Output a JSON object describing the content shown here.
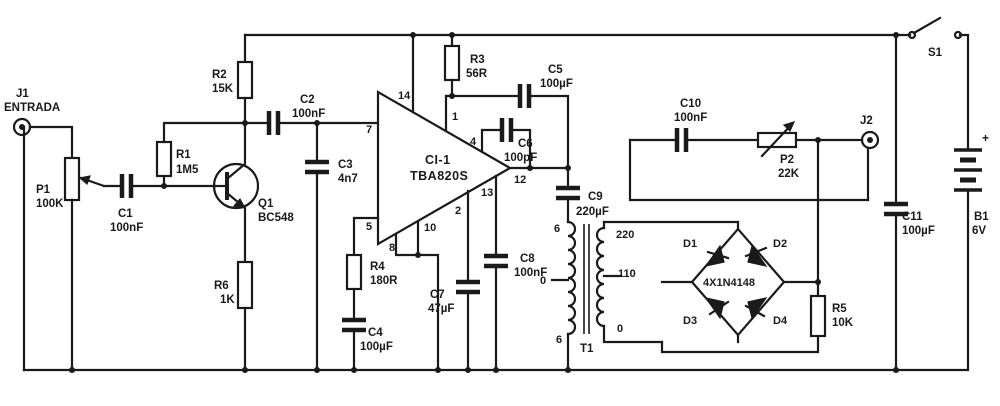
{
  "jacks": {
    "j1": {
      "ref": "J1",
      "name": "ENTRADA"
    },
    "j2": {
      "ref": "J2"
    }
  },
  "components": {
    "p1": {
      "ref": "P1",
      "value": "100K"
    },
    "c1": {
      "ref": "C1",
      "value": "100nF"
    },
    "r1": {
      "ref": "R1",
      "value": "1M5"
    },
    "q1": {
      "ref": "Q1",
      "value": "BC548"
    },
    "r2": {
      "ref": "R2",
      "value": "15K"
    },
    "r6": {
      "ref": "R6",
      "value": "1K"
    },
    "c2": {
      "ref": "C2",
      "value": "100nF"
    },
    "c3": {
      "ref": "C3",
      "value": "4n7"
    },
    "r4": {
      "ref": "R4",
      "value": "180R"
    },
    "c4": {
      "ref": "C4",
      "value": "100µF"
    },
    "r3": {
      "ref": "R3",
      "value": "56R"
    },
    "c5": {
      "ref": "C5",
      "value": "100µF"
    },
    "c6": {
      "ref": "C6",
      "value": "100pF"
    },
    "c7": {
      "ref": "C7",
      "value": "47µF"
    },
    "c8": {
      "ref": "C8",
      "value": "100nF"
    },
    "c9": {
      "ref": "C9",
      "value": "220µF"
    },
    "c10": {
      "ref": "C10",
      "value": "100nF"
    },
    "p2": {
      "ref": "P2",
      "value": "22K"
    },
    "c11": {
      "ref": "C11",
      "value": "100µF"
    },
    "r5": {
      "ref": "R5",
      "value": "10K"
    },
    "s1": {
      "ref": "S1"
    },
    "b1": {
      "ref": "B1",
      "value": "6V"
    }
  },
  "ic": {
    "ref": "CI-1",
    "part": "TBA820S",
    "pins": {
      "p1": "1",
      "p2": "2",
      "p4": "4",
      "p5": "5",
      "p7": "7",
      "p8": "8",
      "p10": "10",
      "p12": "12",
      "p13": "13",
      "p14": "14"
    }
  },
  "diodes": {
    "d1": "D1",
    "d2": "D2",
    "d3": "D3",
    "d4": "D4",
    "part": "4X1N4148"
  },
  "transformer": {
    "ref": "T1",
    "primary_top": "6",
    "primary_mid": "0",
    "primary_bottom": "6",
    "secondary_top": "220",
    "secondary_mid": "110",
    "secondary_bottom": "0"
  },
  "battery_polarity": "+"
}
